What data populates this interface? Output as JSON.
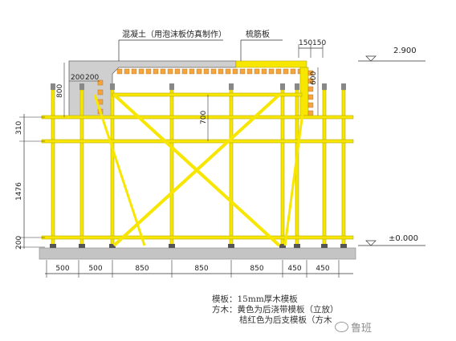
{
  "labels": {
    "concrete": "混凝土（用泡沫板仿真制作）",
    "tie_formwork": "梳筋板",
    "dims_top": [
      "150",
      "150"
    ],
    "dims_beam_side": [
      "200",
      "200"
    ],
    "dim_beam_height": "800",
    "dim_right_height": "600",
    "dim_inner": "700"
  },
  "elevations": {
    "top": "2.900",
    "bottom": "±0.000"
  },
  "left_dims": [
    "310",
    "1476",
    "200"
  ],
  "bottom_dims": [
    "500",
    "500",
    "850",
    "850",
    "850",
    "450",
    "450"
  ],
  "notes": {
    "line1": "模板：15mm厚木模板",
    "line2": "方木：黄色为后浇带模板（立放）",
    "line3": "桔红色为后支模板（方木"
  },
  "watermark": "鲁班",
  "colors": {
    "yellow": "#f7e600",
    "yellow_edge": "#b9a800",
    "orange": "#f4a53d",
    "concrete": "#cfcfcf",
    "ground": "#c4c4c4",
    "line": "#333333"
  }
}
